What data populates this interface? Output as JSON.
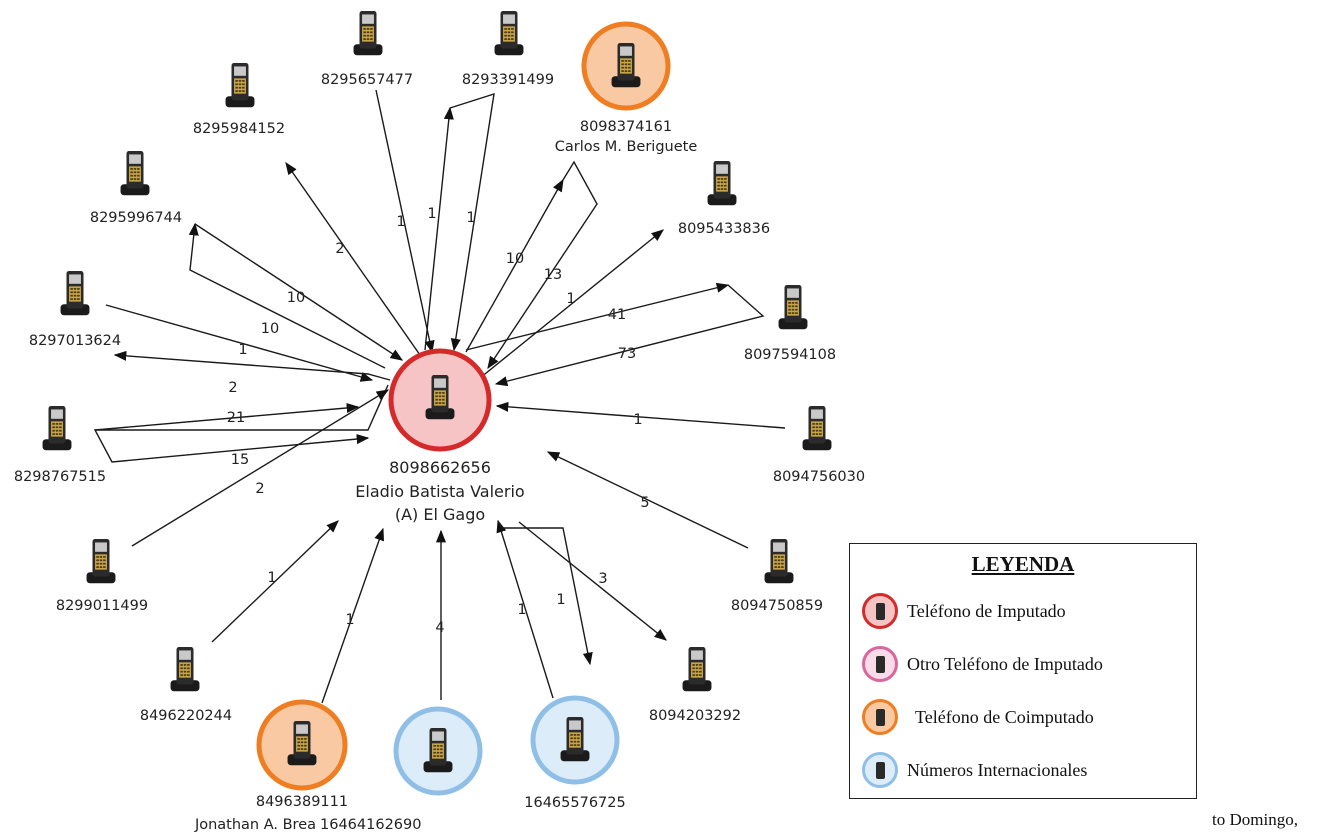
{
  "center": {
    "number": "8098662656",
    "name_line1": "Eladio Batista Valerio",
    "name_line2": "(A) El Gago",
    "type": "imputado"
  },
  "nodes": [
    {
      "id": "n8295657477",
      "number": "8295657477",
      "type": "plain"
    },
    {
      "id": "n8293391499",
      "number": "8293391499",
      "type": "plain"
    },
    {
      "id": "n8098374161",
      "number": "8098374161",
      "name": "Carlos M. Beriguete",
      "type": "coimputado"
    },
    {
      "id": "n8295984152",
      "number": "8295984152",
      "type": "plain"
    },
    {
      "id": "n8295996744",
      "number": "8295996744",
      "type": "plain"
    },
    {
      "id": "n8095433836",
      "number": "8095433836",
      "type": "plain"
    },
    {
      "id": "n8297013624",
      "number": "8297013624",
      "type": "plain"
    },
    {
      "id": "n8097594108",
      "number": "8097594108",
      "type": "plain"
    },
    {
      "id": "n8298767515",
      "number": "8298767515",
      "type": "plain"
    },
    {
      "id": "n8094756030",
      "number": "8094756030",
      "type": "plain"
    },
    {
      "id": "n8299011499",
      "number": "8299011499",
      "type": "plain"
    },
    {
      "id": "n8094750859",
      "number": "8094750859",
      "type": "plain"
    },
    {
      "id": "n8496220244",
      "number": "8496220244",
      "type": "plain"
    },
    {
      "id": "n8094203292",
      "number": "8094203292",
      "type": "plain"
    },
    {
      "id": "n8496389111",
      "number": "8496389111",
      "name": "Jonathan A. Brea",
      "type": "coimputado"
    },
    {
      "id": "n16464162690",
      "number": "16464162690",
      "type": "internacional"
    },
    {
      "id": "n16465576725",
      "number": "16465576725",
      "type": "internacional"
    }
  ],
  "edge_counts": {
    "to_8295657477": "1",
    "to_8293391499_out": "1",
    "to_8293391499_in": "1",
    "to_8098374161_out": "10",
    "to_8098374161_in": "13",
    "to_8295984152": "2",
    "to_8295996744_out": "10",
    "to_8295996744_in": "10",
    "to_8095433836": "1",
    "to_8097594108_out": "41",
    "to_8097594108_in": "73",
    "to_8297013624_in": "1",
    "to_8297013624_out": "2",
    "to_8298767515_in": "21",
    "to_8298767515_out": "15",
    "to_8094756030": "1",
    "to_8299011499": "2",
    "to_8094750859": "5",
    "to_8496220244": "1",
    "to_8094203292": "3",
    "to_8496389111": "1",
    "to_16464162690": "4",
    "to_16465576725_in": "1",
    "to_16465576725_out": "1"
  },
  "colors": {
    "imputado_border": "#d42a2a",
    "imputado_fill": "#f6c4c4",
    "otro_imputado_border": "#d9669c",
    "otro_imputado_fill": "#f9dbe9",
    "coimputado_border": "#ef7d22",
    "coimputado_fill": "#f9c9a3",
    "internacional_border": "#8fbfe6",
    "internacional_fill": "#dcecf8"
  },
  "legend": {
    "title": "LEYENDA",
    "items": [
      {
        "label": "Teléfono de Imputado",
        "type": "imputado"
      },
      {
        "label": "Otro Teléfono de Imputado",
        "type": "otro_imputado"
      },
      {
        "label": "Teléfono de Coimputado",
        "type": "coimputado"
      },
      {
        "label": "Números Internacionales",
        "type": "internacional"
      }
    ]
  },
  "trailing_text": "to Domingo,"
}
